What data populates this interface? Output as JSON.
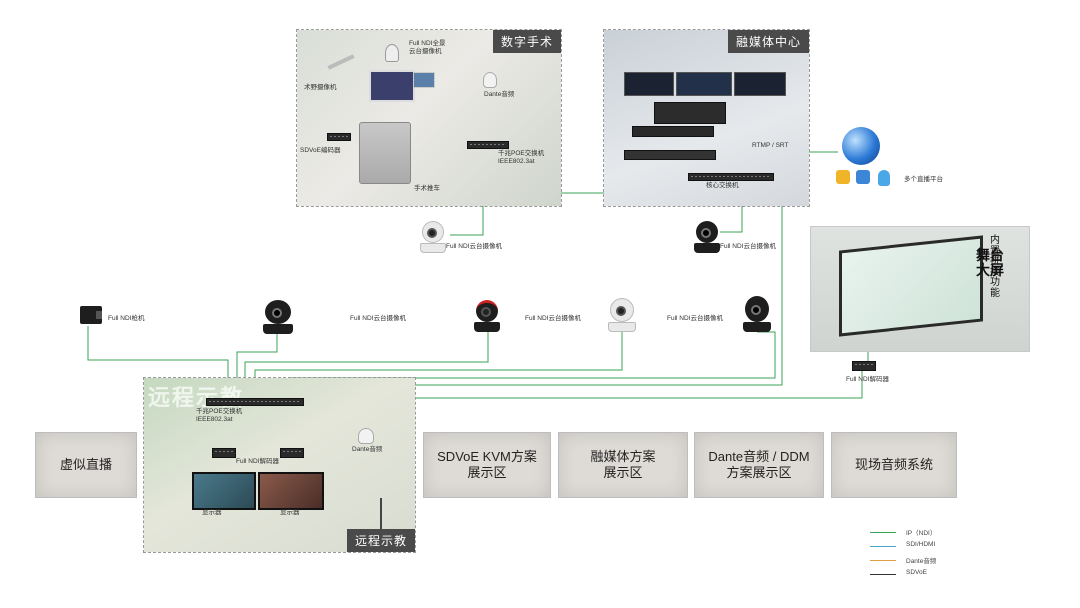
{
  "panels": {
    "digital_surgery": "数字手术",
    "media_center": "融媒体中心",
    "remote_teaching": "远程示教"
  },
  "background_text": {
    "remote_teaching_watermark": "远程示教"
  },
  "labels": {
    "full_ndi_ptz_ceiling": "Full NDI全景\n云台摄像机",
    "surgical_camera": "术野摄像机",
    "dante_mic_surgery": "Dante音频",
    "sdvoe_encoder": "SDVoE编码器",
    "poe_switch_surgery": "千兆POE交换机\nIEEE802.3at",
    "surgical_cart": "手术推车",
    "rtmp_srt": "RTMP / SRT",
    "core_switch": "核心交换机",
    "multi_platform": "多个直播平台",
    "ptz_under_surgery": "Full NDI云台摄像机",
    "ptz_under_media": "Full NDI云台摄像机",
    "box_camera": "Full NDI枪机",
    "ptz_1": "Full NDI云台摄像机",
    "ptz_2": "Full NDI云台摄像机",
    "ptz_3": "Full NDI云台摄像机",
    "stage_screen": "舞台大屏",
    "stitching": "内置拼接功能",
    "decoder_stage": "Full NDI解码器",
    "poe_switch_remote": "千兆POE交换机\nIEEE802.3at",
    "decoder_remote": "Full NDI解码器",
    "dante_mic_remote": "Dante音频",
    "monitor_1": "显示器",
    "monitor_2": "显示器"
  },
  "zones": [
    {
      "label": "虚似直播"
    },
    {
      "label": "SDVoE KVM方案\n展示区"
    },
    {
      "label": "融媒体方案\n展示区"
    },
    {
      "label": "Dante音频 / DDM\n方案展示区"
    },
    {
      "label": "现场音频系统"
    }
  ],
  "legend": [
    {
      "label": "IP（NDI）",
      "color": "#3aa35a"
    },
    {
      "label": "SDI/HDMI",
      "color": "#4aa8c8"
    },
    {
      "label": "Dante音频",
      "color": "#e0a040"
    },
    {
      "label": "SDVoE",
      "color": "#333333"
    }
  ],
  "colors": {
    "ip_line": "#3aa35a",
    "panel_title_bg": "#4a4a4a"
  }
}
